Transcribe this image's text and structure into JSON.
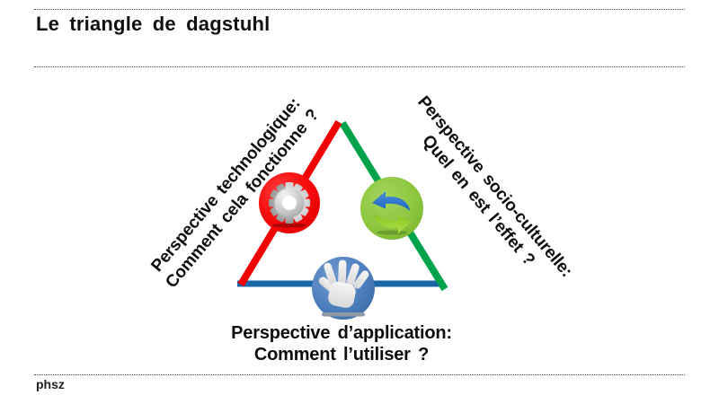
{
  "page": {
    "title": "Le triangle de dagstuhl",
    "footer_text": "phsz"
  },
  "triangle": {
    "labels": {
      "technology": {
        "line1": "Perspective technologique:",
        "line2": "Comment cela fonctionne ?"
      },
      "socio_cultural": {
        "line1": "Perspective socio-culturelle:",
        "line2": "Quel en est l’effet ?"
      },
      "application": {
        "line1": "Perspective d’application:",
        "line2": "Comment l’utiliser ?"
      }
    },
    "icons": {
      "technology": "gear-icon",
      "socio_cultural": "swap-arrows-icon",
      "application": "hand-icon"
    },
    "colors": {
      "technology_side": "#f20000",
      "socio_side": "#00a24c",
      "application_side": "#1967a7",
      "technology_circle": "#ee0000",
      "socio_circle": "#8cc63e",
      "application_circle": "#4d7fbe"
    }
  }
}
